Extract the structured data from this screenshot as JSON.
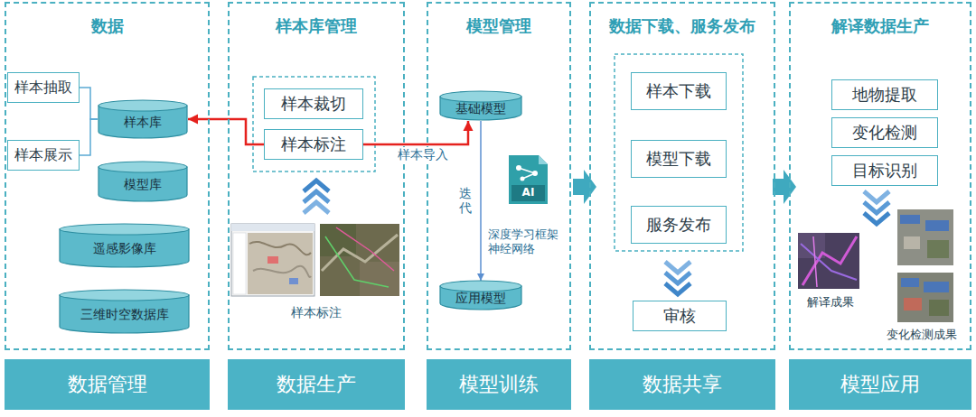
{
  "diagram": {
    "nodes": [
      {
        "text": [
          "数据"
        ]
      },
      {
        "text": [
          "样本抽取"
        ],
        "in": 0
      },
      {
        "text": [
          "样本展示"
        ],
        "in": 0
      },
      {
        "text": [
          "样本库"
        ],
        "in": 0
      },
      {
        "text": [
          "模型库"
        ],
        "in": 0
      },
      {
        "text": [
          "遥感影像库"
        ],
        "in": 0
      },
      {
        "text": [
          "三维时空数据库"
        ],
        "in": 0
      },
      {
        "text": [
          "样本库管理"
        ]
      },
      {
        "text": [
          "样本裁切"
        ],
        "in": 7
      },
      {
        "text": [
          "样本标注"
        ],
        "in": 7
      },
      {
        "text": [
          "模型管理"
        ]
      },
      {
        "text": [
          "基础模型"
        ],
        "in": 10
      },
      {
        "text": [
          "应用模型"
        ],
        "in": 10
      },
      {
        "text": [
          "数据下载、服务发布"
        ]
      },
      {
        "text": [
          "样本下载"
        ],
        "in": 13
      },
      {
        "text": [
          "模型下载"
        ],
        "in": 13
      },
      {
        "text": [
          "服务发布"
        ],
        "in": 13
      },
      {
        "text": [
          "审核"
        ],
        "in": 13
      },
      {
        "text": [
          "解译数据生产"
        ]
      },
      {
        "text": [
          "地物提取"
        ],
        "in": 18
      },
      {
        "text": [
          "变化检测"
        ],
        "in": 18
      },
      {
        "text": [
          "目标识别"
        ],
        "in": 18
      },
      {
        "text": [
          "数据管理"
        ]
      },
      {
        "text": [
          "数据生产"
        ]
      },
      {
        "text": [
          "模型训练"
        ]
      },
      {
        "text": [
          "数据共享"
        ]
      },
      {
        "text": [
          "模型应用"
        ]
      }
    ],
    "edges": [
      {
        "from": 3,
        "to": 1,
        "arrow": "none"
      },
      {
        "from": 3,
        "to": 2,
        "arrow": "none"
      },
      {
        "from": 9,
        "to": 3,
        "arrow": "to"
      },
      {
        "from": 9,
        "to": 11,
        "label": "样本导入",
        "arrow": "to"
      },
      {
        "from": 11,
        "to": 12,
        "label": "迭代",
        "arrow": "to"
      }
    ],
    "labels": [
      "样本标注",
      "AI",
      "深度学习框架 神经网络",
      "解译成果",
      "变化检测成果"
    ]
  }
}
